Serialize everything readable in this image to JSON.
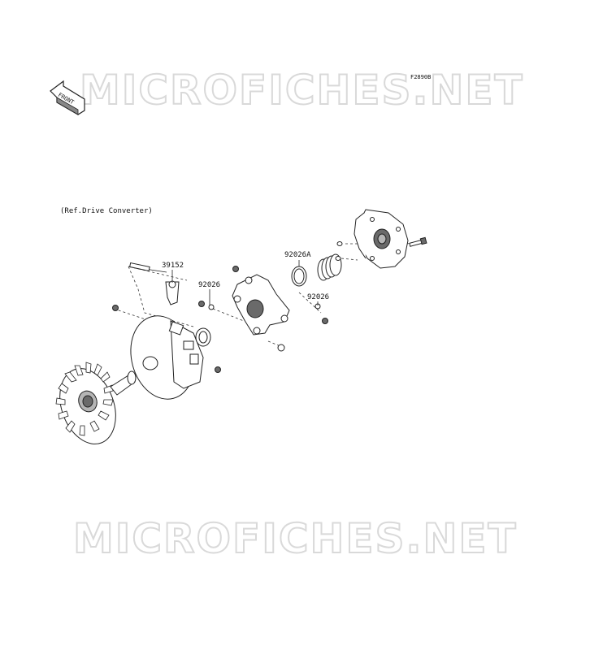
{
  "watermark_top": "MICROFICHES.NET",
  "watermark_bottom": "MICROFICHES.NET",
  "figure_code": "F2890B",
  "front_arrow_label": "FRONT",
  "reference_note": "(Ref.Drive Converter)",
  "part_labels": {
    "p39152": "39152",
    "p92026_left": "92026",
    "p92026A": "92026A",
    "p92026_right": "92026"
  }
}
